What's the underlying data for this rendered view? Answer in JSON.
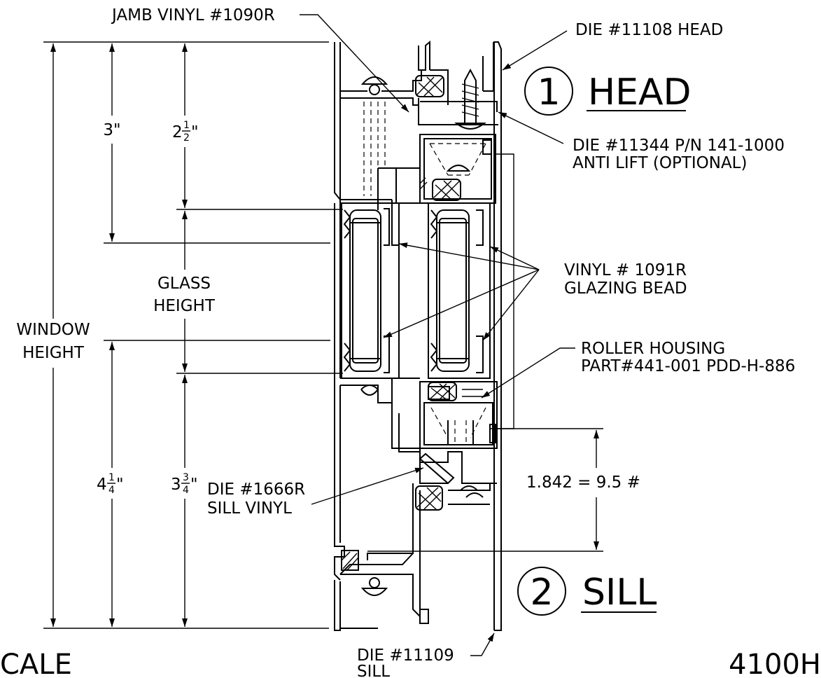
{
  "labels": {
    "jamb_vinyl": "JAMB VINYL #1090R",
    "die_head": "DIE #11108 HEAD",
    "die_anti_lift_1": "DIE #11344 P/N 141-1000",
    "die_anti_lift_2": "ANTI LIFT (OPTIONAL)",
    "vinyl_bead_1": "VINYL # 1091R",
    "vinyl_bead_2": "GLAZING BEAD",
    "roller_1": "ROLLER HOUSING",
    "roller_2": "PART#441-001  PDD-H-886",
    "weight": "1.842 = 9.5 #",
    "sill_vinyl_1": "DIE #1666R",
    "sill_vinyl_2": "SILL VINYL",
    "die_sill_1": "DIE #11109",
    "die_sill_2": "SILL",
    "glass_height_1": "GLASS",
    "glass_height_2": "HEIGHT",
    "window_height_1": "WINDOW",
    "window_height_2": "HEIGHT"
  },
  "sections": {
    "head_number": "1",
    "head_title": "HEAD",
    "sill_number": "2",
    "sill_title": "SILL"
  },
  "dimensions": {
    "top_outer": "3\"",
    "top_inner_whole": "2",
    "top_inner_num": "1",
    "top_inner_den": "2",
    "top_inner_mark": "\"",
    "bottom_outer_whole": "4",
    "bottom_outer_num": "1",
    "bottom_outer_den": "4",
    "bottom_outer_mark": "\"",
    "bottom_inner_whole": "3",
    "bottom_inner_num": "3",
    "bottom_inner_den": "4",
    "bottom_inner_mark": "\""
  },
  "footer": {
    "left": "CALE",
    "right": "4100H"
  }
}
